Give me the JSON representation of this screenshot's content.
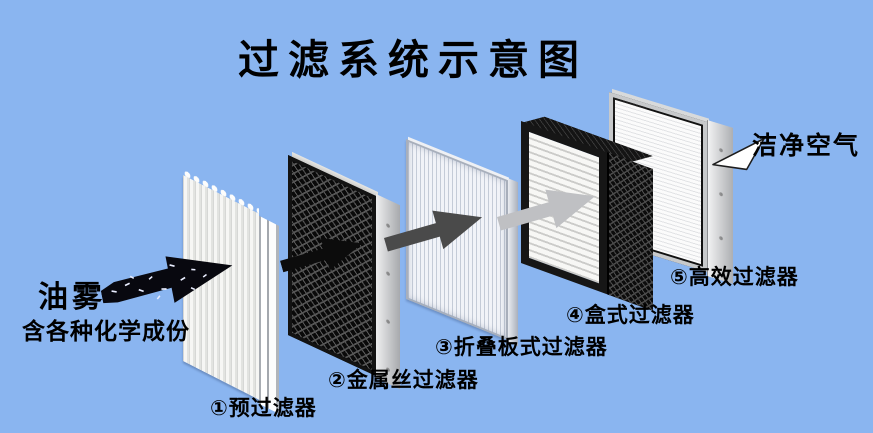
{
  "title": "过滤系统示意图",
  "background_color": "#8ab5f0",
  "source": {
    "label": "油雾",
    "description": "含各种化学成份"
  },
  "output": {
    "label": "洁净空气"
  },
  "filters": [
    {
      "step": "①",
      "label": "①预过滤器",
      "type": "pre-filter"
    },
    {
      "step": "②",
      "label": "②金属丝过滤器",
      "type": "metal-wire-filter"
    },
    {
      "step": "③",
      "label": "③折叠板式过滤器",
      "type": "pleated-panel-filter"
    },
    {
      "step": "④",
      "label": "④盒式过滤器",
      "type": "box-filter"
    },
    {
      "step": "⑤",
      "label": "⑤高效过滤器",
      "type": "hepa-filter"
    }
  ],
  "arrows": [
    {
      "name": "oil-mist-arrow",
      "color": "#08080f",
      "style": "black-with-white-speckles"
    },
    {
      "name": "flow-arrow-1-2",
      "color": "#0c0c0c",
      "style": "solid-black"
    },
    {
      "name": "flow-arrow-2-3",
      "color": "#4a4a4a",
      "style": "dark-gray"
    },
    {
      "name": "flow-arrow-3-4",
      "color": "#bfc0c3",
      "style": "light-gray"
    },
    {
      "name": "clean-air-arrow",
      "color": "#ffffff",
      "style": "white-outlined"
    }
  ]
}
